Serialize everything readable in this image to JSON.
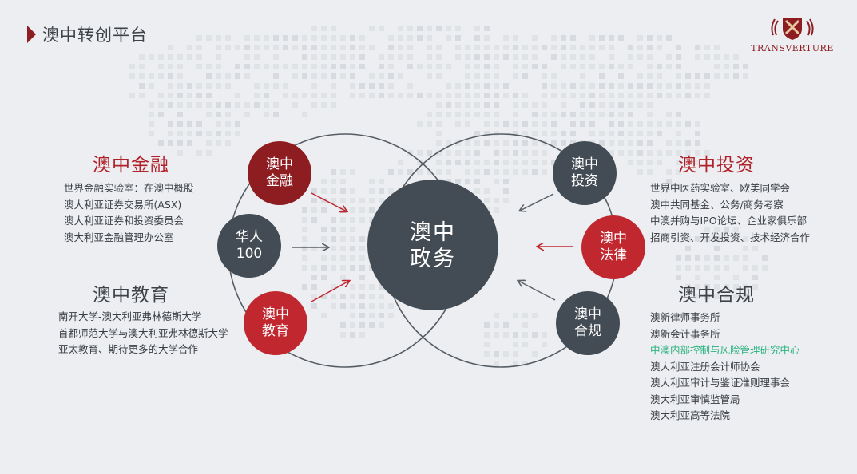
{
  "title": "澳中转创平台",
  "logo": {
    "text": "TRANSVERTURE",
    "icon": "crossed-keys-shield-icon"
  },
  "center": {
    "line1": "澳中",
    "line2": "政务"
  },
  "nodes": {
    "finance": {
      "line1": "澳中",
      "line2": "金融"
    },
    "chinese100": {
      "line1": "华人",
      "line2": "100"
    },
    "education": {
      "line1": "澳中",
      "line2": "教育"
    },
    "investment": {
      "line1": "澳中",
      "line2": "投资"
    },
    "law": {
      "line1": "澳中",
      "line2": "法律"
    },
    "compliance": {
      "line1": "澳中",
      "line2": "合规"
    }
  },
  "sections": {
    "finance": {
      "title": "澳中金融",
      "items": [
        "世界金融实验室：在澳中概股",
        "澳大利亚证券交易所(ASX)",
        "澳大利亚证券和投资委员会",
        "澳大利亚金融管理办公室"
      ]
    },
    "education": {
      "title": "澳中教育",
      "items": [
        "南开大学-澳大利亚弗林德斯大学",
        "首都师范大学与澳大利亚弗林德斯大学",
        "亚太教育、期待更多的大学合作"
      ]
    },
    "investment": {
      "title": "澳中投资",
      "items": [
        "世界中医药实验室、欧美同学会",
        "澳中共同基金、公务/商务考察",
        "中澳并购与IPO论坛、企业家俱乐部",
        "招商引资、开发投资、技术经济合作"
      ]
    },
    "compliance": {
      "title": "澳中合规",
      "items": [
        "澳新律师事务所",
        "澳新会计事务所",
        "中澳内部控制与风险管理研究中心",
        "澳大利亚注册会计师协会",
        "澳大利亚审计与鉴证准则理事会",
        "澳大利亚审慎监管局",
        "澳大利亚高等法院"
      ]
    }
  },
  "colors": {
    "red": "#b0222a",
    "darkred": "#8e1d22",
    "dark": "#434b54",
    "highlight": "#2bb27e"
  }
}
